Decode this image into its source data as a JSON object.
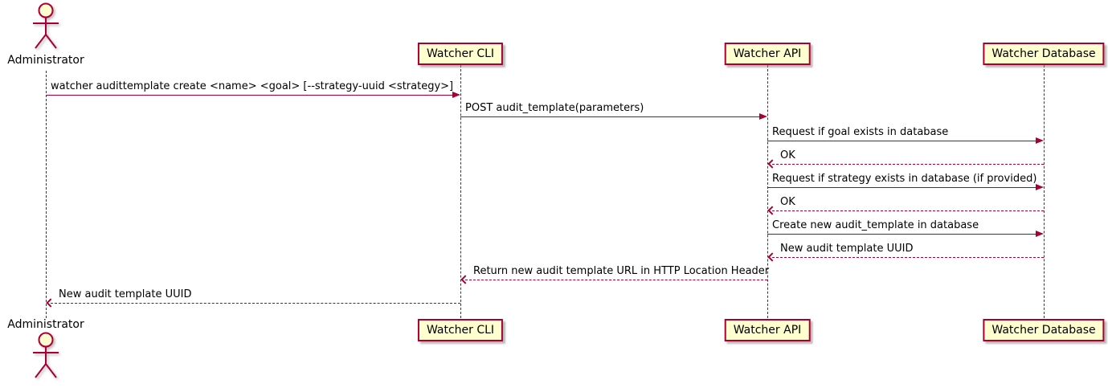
{
  "diagram": {
    "kind": "uml-sequence-diagram",
    "colors": {
      "participant_fill": "#FEFECE",
      "border": "#A80036",
      "arrow": "#A80036",
      "text": "#000000",
      "background": "#FFFFFF"
    },
    "actor": {
      "name": "Administrator"
    },
    "participants": [
      {
        "label": "Watcher CLI"
      },
      {
        "label": "Watcher API"
      },
      {
        "label": "Watcher Database"
      }
    ],
    "messages": [
      {
        "from": "Administrator",
        "to": "Watcher CLI",
        "type": "solid",
        "label": "watcher audittemplate create <name> <goal> [--strategy-uuid <strategy>]"
      },
      {
        "from": "Watcher CLI",
        "to": "Watcher API",
        "type": "solid",
        "label": "POST audit_template(parameters)"
      },
      {
        "from": "Watcher API",
        "to": "Watcher Database",
        "type": "solid",
        "label": "Request if goal exists in database"
      },
      {
        "from": "Watcher Database",
        "to": "Watcher API",
        "type": "return",
        "label": "OK"
      },
      {
        "from": "Watcher API",
        "to": "Watcher Database",
        "type": "solid",
        "label": "Request if strategy exists in database (if provided)"
      },
      {
        "from": "Watcher Database",
        "to": "Watcher API",
        "type": "return",
        "label": "OK"
      },
      {
        "from": "Watcher API",
        "to": "Watcher Database",
        "type": "solid",
        "label": "Create new audit_template in database"
      },
      {
        "from": "Watcher Database",
        "to": "Watcher API",
        "type": "return",
        "label": "New audit template UUID"
      },
      {
        "from": "Watcher API",
        "to": "Watcher CLI",
        "type": "return",
        "label": "Return new audit template URL in HTTP Location Header"
      },
      {
        "from": "Watcher CLI",
        "to": "Administrator",
        "type": "return",
        "label": "New audit template UUID"
      }
    ]
  }
}
